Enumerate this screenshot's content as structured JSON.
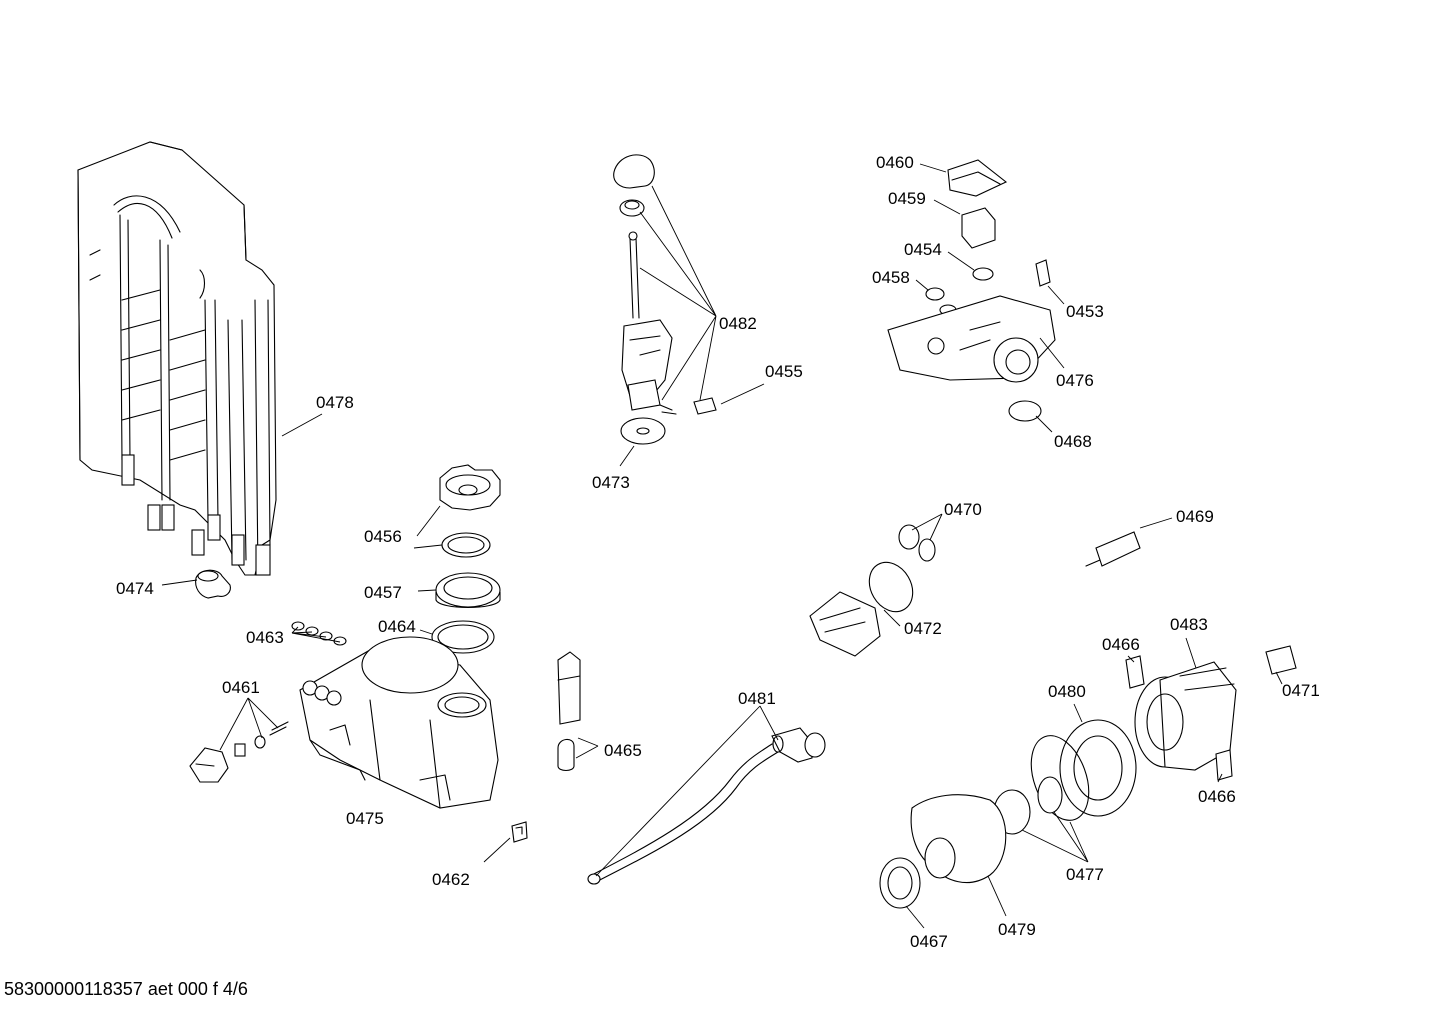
{
  "labels": {
    "p0478": "0478",
    "p0474": "0474",
    "p0456": "0456",
    "p0457": "0457",
    "p0463": "0463",
    "p0464": "0464",
    "p0461": "0461",
    "p0475": "0475",
    "p0462": "0462",
    "p0482": "0482",
    "p0455": "0455",
    "p0473": "0473",
    "p0465": "0465",
    "p0481": "0481",
    "p0460": "0460",
    "p0459": "0459",
    "p0454": "0454",
    "p0458": "0458",
    "p0453": "0453",
    "p0476": "0476",
    "p0468": "0468",
    "p0470": "0470",
    "p0469": "0469",
    "p0472": "0472",
    "p0466a": "0466",
    "p0483": "0483",
    "p0471": "0471",
    "p0480": "0480",
    "p0466b": "0466",
    "p0477": "0477",
    "p0479": "0479",
    "p0467": "0467"
  },
  "footer": "58300000118357 aet 000 f 4/6"
}
